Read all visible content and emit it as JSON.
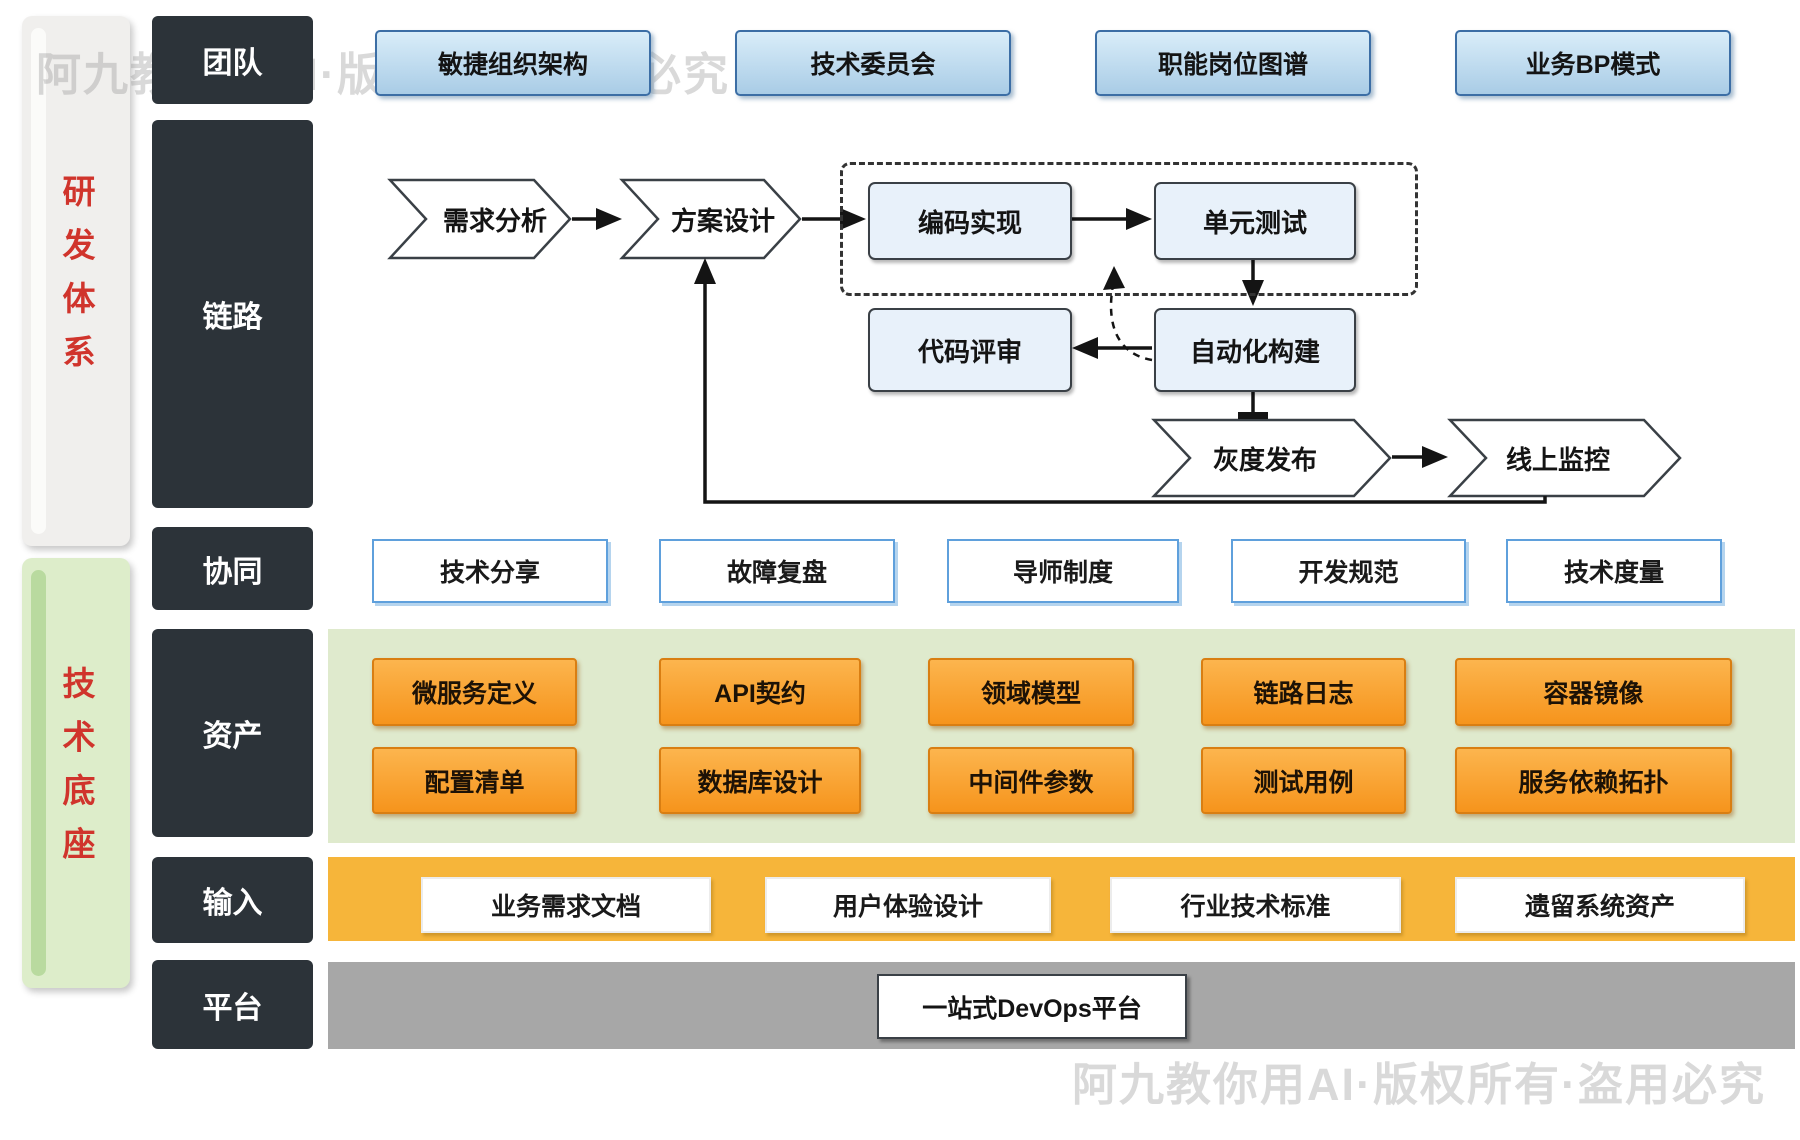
{
  "watermark": "阿九教你用AI·版权所有·盗用必究",
  "rails": {
    "rd_system": "研发体系",
    "tech_base": "技术底座"
  },
  "rows": {
    "team": {
      "label": "团队",
      "items": [
        "敏捷组织架构",
        "技术委员会",
        "职能岗位图谱",
        "业务BP模式"
      ]
    },
    "chain": {
      "label": "链路",
      "nodes": {
        "demand": "需求分析",
        "design": "方案设计",
        "coding": "编码实现",
        "unit_test": "单元测试",
        "auto_build": "自动化构建",
        "code_review": "代码评审",
        "gray_release": "灰度发布",
        "online_monitor": "线上监控"
      }
    },
    "collab": {
      "label": "协同",
      "items": [
        "技术分享",
        "故障复盘",
        "导师制度",
        "开发规范",
        "技术度量"
      ]
    },
    "asset": {
      "label": "资产",
      "row1": [
        "微服务定义",
        "API契约",
        "领域模型",
        "链路日志",
        "容器镜像"
      ],
      "row2": [
        "配置清单",
        "数据库设计",
        "中间件参数",
        "测试用例",
        "服务依赖拓扑"
      ]
    },
    "input": {
      "label": "输入",
      "items": [
        "业务需求文档",
        "用户体验设计",
        "行业技术标准",
        "遗留系统资产"
      ]
    },
    "platform": {
      "label": "平台",
      "items": [
        "一站式DevOps平台"
      ]
    }
  },
  "colors": {
    "row_label_bg": "#2c3339",
    "rail_text_red": "#d0342c",
    "rail_gray_bg": "#f0efed",
    "rail_green_bg": "#ddedca",
    "team_box_border": "#3c6ea5",
    "flow_box_fill": "#e8f1fa",
    "collab_border": "#5fa0dc",
    "asset_band": "#dfeacd",
    "asset_box": "#f6941c",
    "input_band": "#f6b53a",
    "platform_band": "#a7a7a7"
  }
}
